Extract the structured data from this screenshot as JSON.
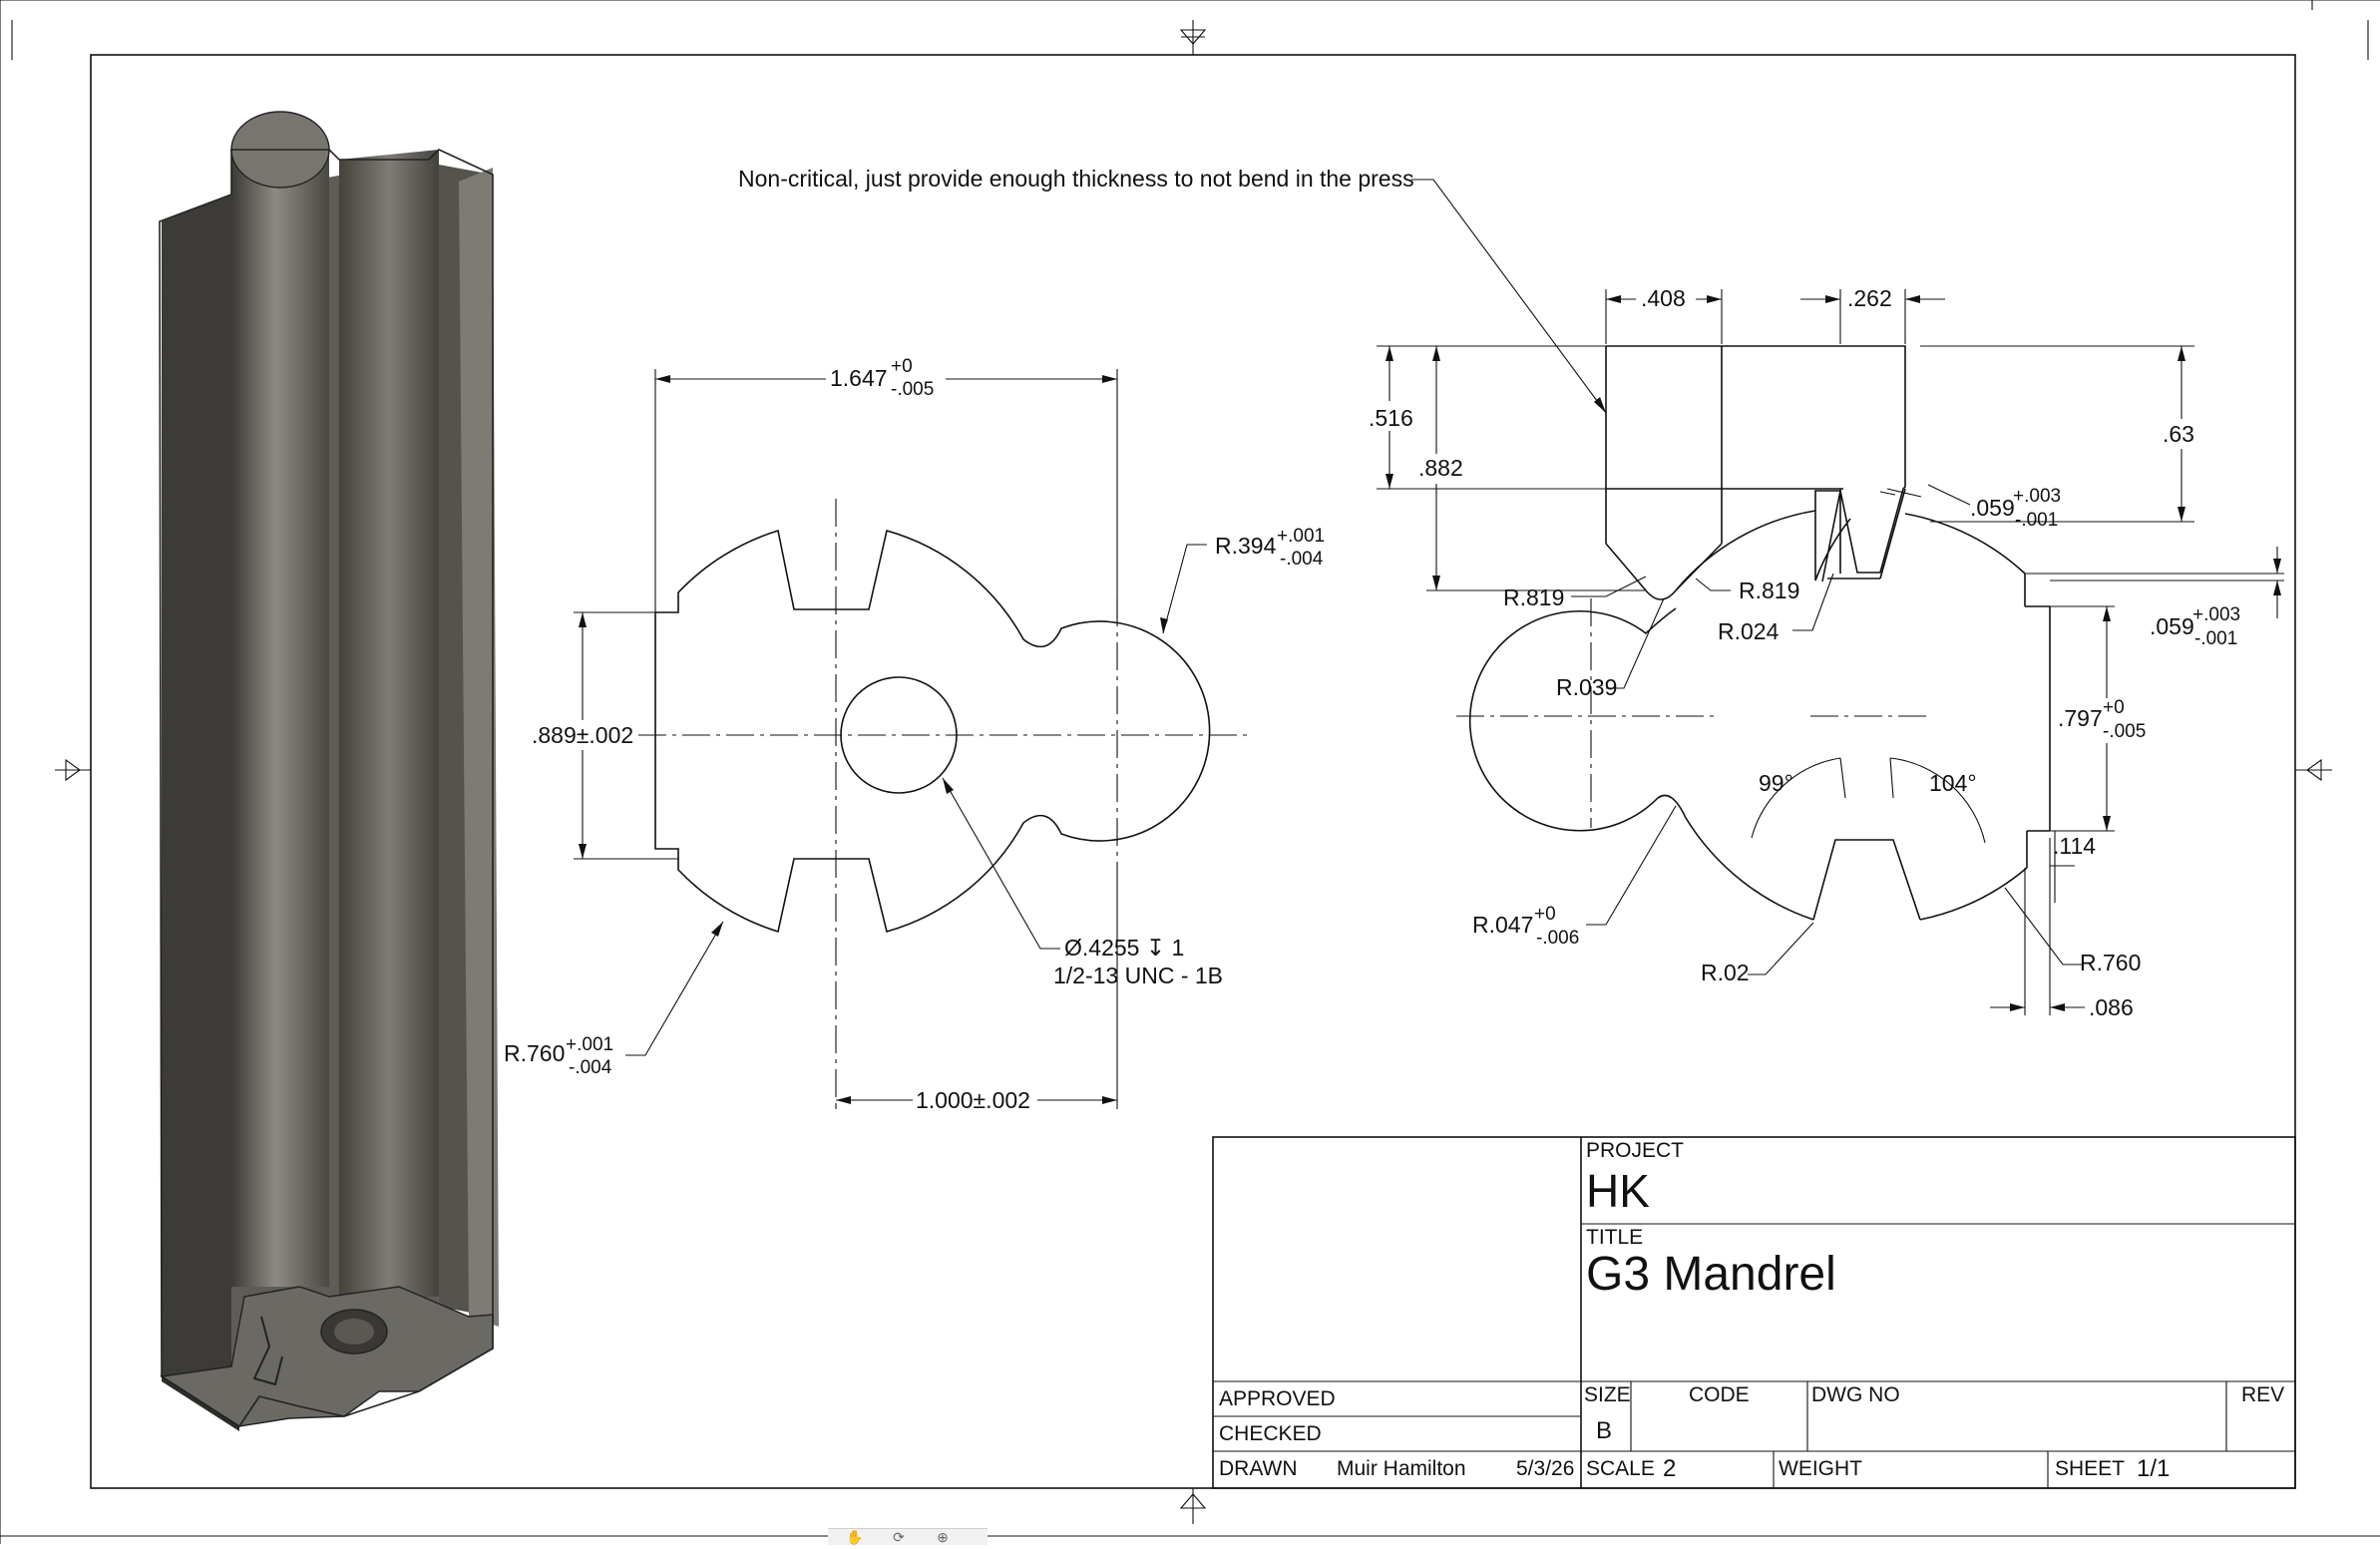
{
  "drawing": {
    "note": "Non-critical, just provide enough thickness to not bend in the press",
    "front_view": {
      "width_main": "1.647",
      "width_tol_upper": "+0",
      "width_tol_lower": "-.005",
      "radius_lobe": "R.394",
      "radius_lobe_tol_upper": "+.001",
      "radius_lobe_tol_lower": "-.004",
      "height": ".889±.002",
      "hole_line1": "Ø.4255 ↧ 1",
      "hole_line2": "1/2-13 UNC - 1B",
      "radius_body": "R.760",
      "radius_body_tol_upper": "+.001",
      "radius_body_tol_lower": "-.004",
      "center_dist": "1.000±.002"
    },
    "detail_view": {
      "d408": ".408",
      "d262": ".262",
      "d516": ".516",
      "d882": ".882",
      "d63": ".63",
      "d059a": ".059",
      "d059a_upper": "+.003",
      "d059a_lower": "-.001",
      "r819_left": "R.819",
      "r819_right": "R.819",
      "r024": "R.024",
      "d059b": ".059",
      "d059b_upper": "+.003",
      "d059b_lower": "-.001",
      "r039": "R.039",
      "d797": ".797",
      "d797_upper": "+0",
      "d797_lower": "-.005",
      "a99": "99°",
      "a104": "104°",
      "d114": ".114",
      "r047": "R.047",
      "r047_upper": "+0",
      "r047_lower": "-.006",
      "r02": "R.02",
      "r760": "R.760",
      "d086": ".086"
    }
  },
  "title_block": {
    "project_label": "PROJECT",
    "project": "HK",
    "title_label": "TITLE",
    "title": "G3 Mandrel",
    "approved_label": "APPROVED",
    "checked_label": "CHECKED",
    "drawn_label": "DRAWN",
    "drawn_by": "Muir Hamilton",
    "drawn_date": "5/3/26",
    "size_label": "SIZE",
    "size": "B",
    "code_label": "CODE",
    "dwg_label": "DWG NO",
    "rev_label": "REV",
    "scale_label": "SCALE",
    "scale": "2",
    "weight_label": "WEIGHT",
    "sheet_label": "SHEET",
    "sheet": "1/1"
  },
  "colors": {
    "line": "#111111",
    "model_dark": "#4a4843",
    "model_mid": "#6b6963",
    "model_light": "#9a9890"
  },
  "icons": [
    "pan-icon",
    "orbit-icon",
    "zoom-icon"
  ]
}
